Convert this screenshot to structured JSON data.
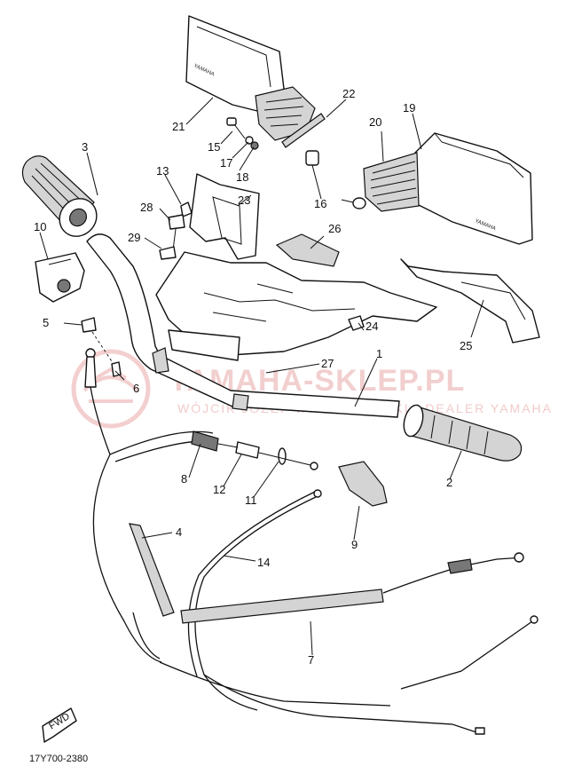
{
  "diagram_code": "17Y700-2380",
  "watermark": {
    "main": "YAMAHA-SKLEP.PL",
    "sub": "WÓJCIK JÓZEF WIELKOPOLSKI / DEALER YAMAHA"
  },
  "brand_mark": "YAMAHA",
  "fwd_label": "FWD",
  "callouts": [
    {
      "id": "c1",
      "label": "1"
    },
    {
      "id": "c2",
      "label": "2"
    },
    {
      "id": "c3",
      "label": "3"
    },
    {
      "id": "c4",
      "label": "4"
    },
    {
      "id": "c5",
      "label": "5"
    },
    {
      "id": "c6",
      "label": "6"
    },
    {
      "id": "c7",
      "label": "7"
    },
    {
      "id": "c8",
      "label": "8"
    },
    {
      "id": "c9",
      "label": "9"
    },
    {
      "id": "c10",
      "label": "10"
    },
    {
      "id": "c11",
      "label": "11"
    },
    {
      "id": "c12",
      "label": "12"
    },
    {
      "id": "c13",
      "label": "13"
    },
    {
      "id": "c14",
      "label": "14"
    },
    {
      "id": "c15",
      "label": "15"
    },
    {
      "id": "c16",
      "label": "16"
    },
    {
      "id": "c17",
      "label": "17"
    },
    {
      "id": "c18",
      "label": "18"
    },
    {
      "id": "c19",
      "label": "19"
    },
    {
      "id": "c20",
      "label": "20"
    },
    {
      "id": "c21",
      "label": "21"
    },
    {
      "id": "c22",
      "label": "22"
    },
    {
      "id": "c23",
      "label": "23"
    },
    {
      "id": "c24",
      "label": "24"
    },
    {
      "id": "c25",
      "label": "25"
    },
    {
      "id": "c26",
      "label": "26"
    },
    {
      "id": "c27",
      "label": "27"
    },
    {
      "id": "c28",
      "label": "28"
    },
    {
      "id": "c29",
      "label": "29"
    }
  ]
}
